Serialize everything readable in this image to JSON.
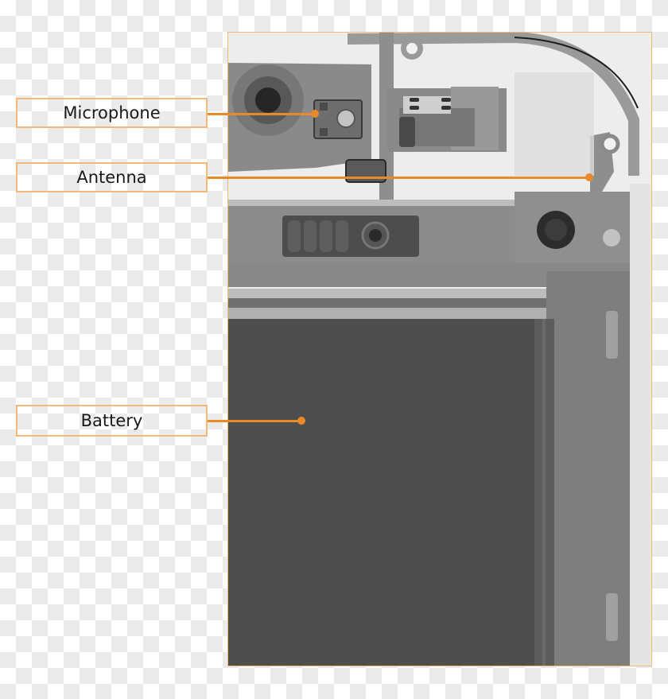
{
  "figure": {
    "subject": "smartphone x-ray (top section)",
    "colors": {
      "accent": "#e8892a",
      "label_border": "#f2b878",
      "label_text": "#1a1a1a",
      "battery_fill": "#4e4e4e"
    }
  },
  "labels": [
    {
      "id": "microphone",
      "text": "Microphone"
    },
    {
      "id": "antenna",
      "text": "Antenna"
    },
    {
      "id": "battery",
      "text": "Battery"
    }
  ]
}
